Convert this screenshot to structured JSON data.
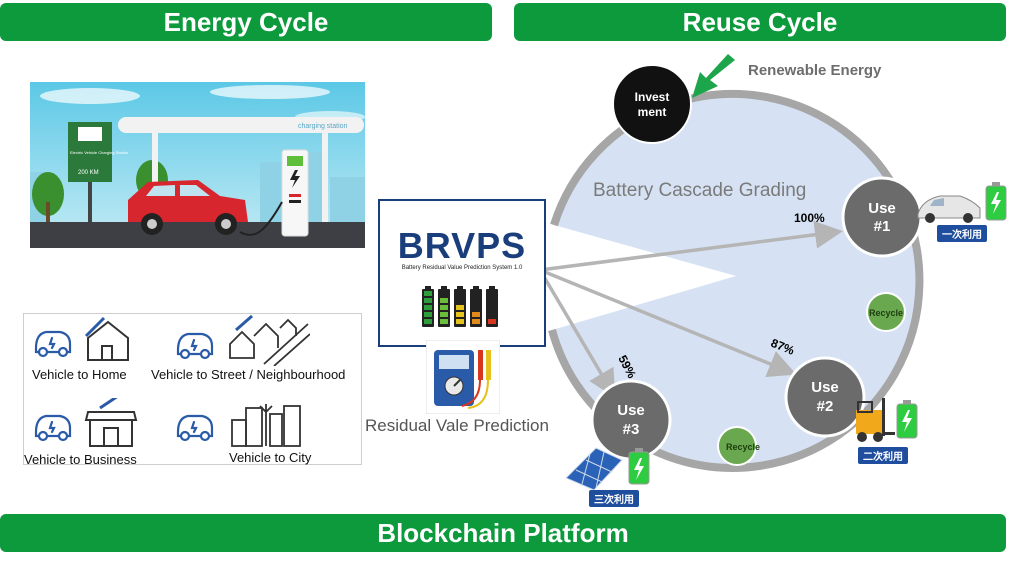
{
  "banners": {
    "energy": "Energy Cycle",
    "reuse": "Reuse Cycle",
    "blockchain": "Blockchain Platform"
  },
  "charging_scene": {
    "station_brand": "charging station",
    "sign_text": "Electric Vehicle Charging Station",
    "distance": "200 KM"
  },
  "v2x": [
    {
      "label": "Vehicle to Home",
      "icon": "house-icon"
    },
    {
      "label": "Vehicle to Street / Neighbourhood",
      "icon": "street-icon"
    },
    {
      "label": "Vehicle to Business",
      "icon": "shop-icon"
    },
    {
      "label": "Vehicle to City",
      "icon": "city-icon"
    }
  ],
  "brvps": {
    "title": "BRVPS",
    "subtitle": "Battery Residual Value Prediction System 1.0",
    "caption": "Residual Vale Prediction",
    "battery_colors": [
      "#2e9e3a",
      "#6abf3a",
      "#e6c21d",
      "#e08a1e",
      "#d9361e"
    ]
  },
  "reuse": {
    "renewable": "Renewable Energy",
    "investment": "Invest\nment",
    "grading": "Battery Cascade Grading",
    "uses": [
      {
        "line1": "Use",
        "line2": "#1",
        "pct": "100%",
        "badge": "一次利用"
      },
      {
        "line1": "Use",
        "line2": "#2",
        "pct": "87%",
        "badge": "二次利用"
      },
      {
        "line1": "Use",
        "line2": "#3",
        "pct": "59%",
        "badge": "三次利用"
      }
    ],
    "recycle": "Recycle"
  },
  "colors": {
    "banner_green": "#0c9a3c",
    "wedge_blue": "#d6e2f3",
    "ring_gray": "#a6a6a6",
    "use_gray": "#6b6b6b",
    "recycle_green": "#6aa84f",
    "brvps_navy": "#1a3d7c"
  }
}
